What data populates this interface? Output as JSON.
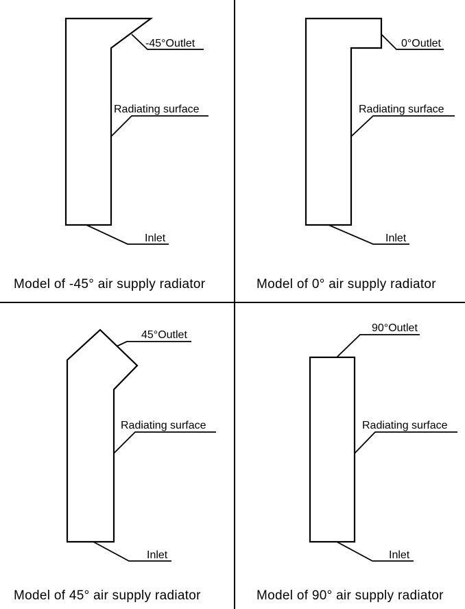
{
  "panels": [
    {
      "outlet_label": "-45°Outlet",
      "surface_label": "Radiating surface",
      "inlet_label": "Inlet",
      "caption": "Model of -45° air supply radiator"
    },
    {
      "outlet_label": "0°Outlet",
      "surface_label": "Radiating surface",
      "inlet_label": "Inlet",
      "caption": "Model of 0° air supply radiator"
    },
    {
      "outlet_label": "45°Outlet",
      "surface_label": "Radiating surface",
      "inlet_label": "Inlet",
      "caption": "Model of 45° air supply radiator"
    },
    {
      "outlet_label": "90°Outlet",
      "surface_label": "Radiating surface",
      "inlet_label": "Inlet",
      "caption": "Model of 90° air supply radiator"
    }
  ]
}
